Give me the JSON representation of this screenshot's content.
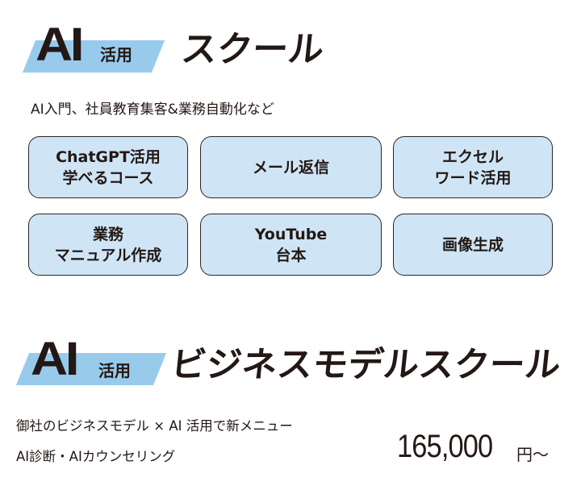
{
  "section1": {
    "badge_ai": "AI",
    "badge_suffix": "活用",
    "title": "スクール",
    "subtitle": "AI入門、社員教育集客&業務自動化など",
    "badge_color": "#98cbeb",
    "cards": [
      {
        "line1": "ChatGPT活用",
        "line2": "学べるコース"
      },
      {
        "line1": "メール返信",
        "line2": ""
      },
      {
        "line1": "エクセル",
        "line2": "ワード活用"
      },
      {
        "line1": "業務",
        "line2": "マニュアル作成"
      },
      {
        "line1": "YouTube",
        "line2": "台本"
      },
      {
        "line1": "画像生成",
        "line2": ""
      }
    ],
    "card_color": "#cfe5f6"
  },
  "section2": {
    "badge_ai": "AI",
    "badge_suffix": "活用",
    "title": "ビジネスモデルスクール",
    "line1": "御社のビジネスモデル × AI 活用で新メニュー",
    "line2": "AI診断・AIカウンセリング",
    "price": "165,000",
    "price_unit": "円〜"
  }
}
